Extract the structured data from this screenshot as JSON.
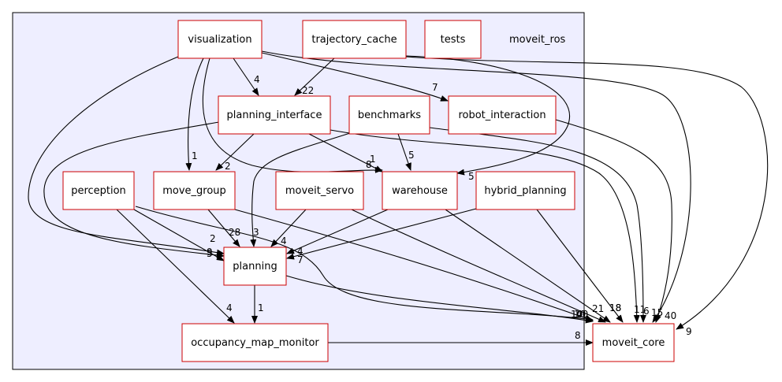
{
  "cluster": {
    "label": "moveit_ros"
  },
  "nodes": {
    "visualization": "visualization",
    "trajectory_cache": "trajectory_cache",
    "tests": "tests",
    "planning_interface": "planning_interface",
    "benchmarks": "benchmarks",
    "robot_interaction": "robot_interaction",
    "perception": "perception",
    "move_group": "move_group",
    "moveit_servo": "moveit_servo",
    "warehouse": "warehouse",
    "hybrid_planning": "hybrid_planning",
    "planning": "planning",
    "occupancy_map_monitor": "occupancy_map_monitor",
    "moveit_core": "moveit_core"
  },
  "edges": [
    {
      "from": "visualization",
      "to": "planning_interface",
      "label": "4"
    },
    {
      "from": "visualization",
      "to": "robot_interaction",
      "label": "7"
    },
    {
      "from": "visualization",
      "to": "move_group",
      "label": "1"
    },
    {
      "from": "visualization",
      "to": "warehouse",
      "label": "8"
    },
    {
      "from": "visualization",
      "to": "planning",
      "label": "5"
    },
    {
      "from": "visualization",
      "to": "moveit_core",
      "label": "40"
    },
    {
      "from": "trajectory_cache",
      "to": "planning_interface",
      "label": "22"
    },
    {
      "from": "trajectory_cache",
      "to": "warehouse",
      "label": "5"
    },
    {
      "from": "trajectory_cache",
      "to": "moveit_core",
      "label": "9"
    },
    {
      "from": "planning_interface",
      "to": "move_group",
      "label": "2"
    },
    {
      "from": "planning_interface",
      "to": "warehouse",
      "label": "1"
    },
    {
      "from": "planning_interface",
      "to": "planning",
      "label": "9"
    },
    {
      "from": "planning_interface",
      "to": "moveit_core",
      "label": "15"
    },
    {
      "from": "benchmarks",
      "to": "warehouse",
      "label": "5"
    },
    {
      "from": "benchmarks",
      "to": "planning",
      "label": "3"
    },
    {
      "from": "benchmarks",
      "to": "moveit_core",
      "label": "11"
    },
    {
      "from": "robot_interaction",
      "to": "moveit_core",
      "label": "6"
    },
    {
      "from": "perception",
      "to": "planning",
      "label": "2"
    },
    {
      "from": "perception",
      "to": "occupancy_map_monitor",
      "label": "4"
    },
    {
      "from": "perception",
      "to": "moveit_core",
      "label": "10"
    },
    {
      "from": "move_group",
      "to": "planning",
      "label": "28"
    },
    {
      "from": "move_group",
      "to": "moveit_core",
      "label": "40"
    },
    {
      "from": "moveit_servo",
      "to": "planning",
      "label": "4"
    },
    {
      "from": "moveit_servo",
      "to": "moveit_core",
      "label": "21"
    },
    {
      "from": "warehouse",
      "to": "planning",
      "label": "4"
    },
    {
      "from": "warehouse",
      "to": "moveit_core",
      "label": "18"
    },
    {
      "from": "hybrid_planning",
      "to": "planning",
      "label": "7"
    },
    {
      "from": "hybrid_planning",
      "to": "moveit_core",
      "label": "18"
    },
    {
      "from": "planning",
      "to": "occupancy_map_monitor",
      "label": "1"
    },
    {
      "from": "planning",
      "to": "moveit_core",
      "label": "10"
    },
    {
      "from": "occupancy_map_monitor",
      "to": "moveit_core",
      "label": "8"
    }
  ]
}
